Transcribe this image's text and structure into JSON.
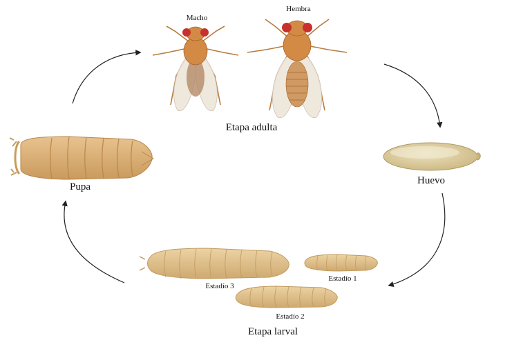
{
  "stages": {
    "adult": "Etapa adulta",
    "male": "Macho",
    "female": "Hembra",
    "egg": "Huevo",
    "larval": "Etapa larval",
    "instar1": "Estadío 1",
    "instar2": "Estadío 2",
    "instar3": "Estadío 3",
    "pupa": "Pupa"
  },
  "colors": {
    "body": "#d9a968",
    "body_light": "#e8c38f",
    "body_dark": "#b8864a",
    "fly_body": "#d38a45",
    "fly_dark": "#a8642a",
    "eye": "#c8302c",
    "wing": "#efe7dc",
    "egg": "#ddcfa0",
    "larva": "#e2c48e",
    "arrow": "#222222"
  }
}
